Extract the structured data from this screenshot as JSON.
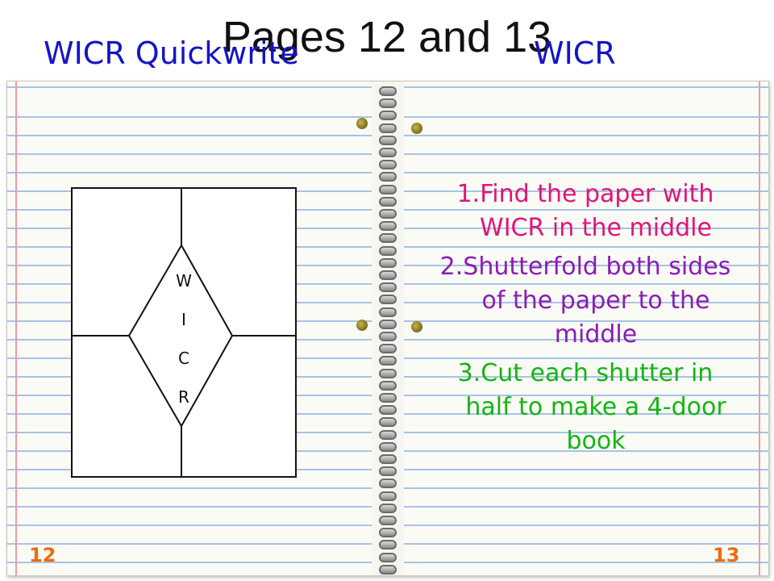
{
  "slide_title": "Pages 12 and 13",
  "left_page": {
    "heading": "WICR Quickwrite",
    "diagram_letters": [
      "W",
      "I",
      "C",
      "R"
    ],
    "page_number": "12"
  },
  "right_page": {
    "heading": "WICR",
    "steps": [
      {
        "text": "1.Find the paper with WICR in the middle",
        "color": "#e0147a"
      },
      {
        "text": "2.Shutterfold both sides of the paper to the middle",
        "color": "#8a1cb4"
      },
      {
        "text": "3.Cut each shutter in half to make a 4-door book",
        "color": "#14b414"
      }
    ],
    "page_number": "13"
  },
  "colors": {
    "heading": "#1414c8",
    "page_number": "#ee6a10",
    "rule_line": "#a8c2e6",
    "margin_line": "#ef9aa0"
  }
}
